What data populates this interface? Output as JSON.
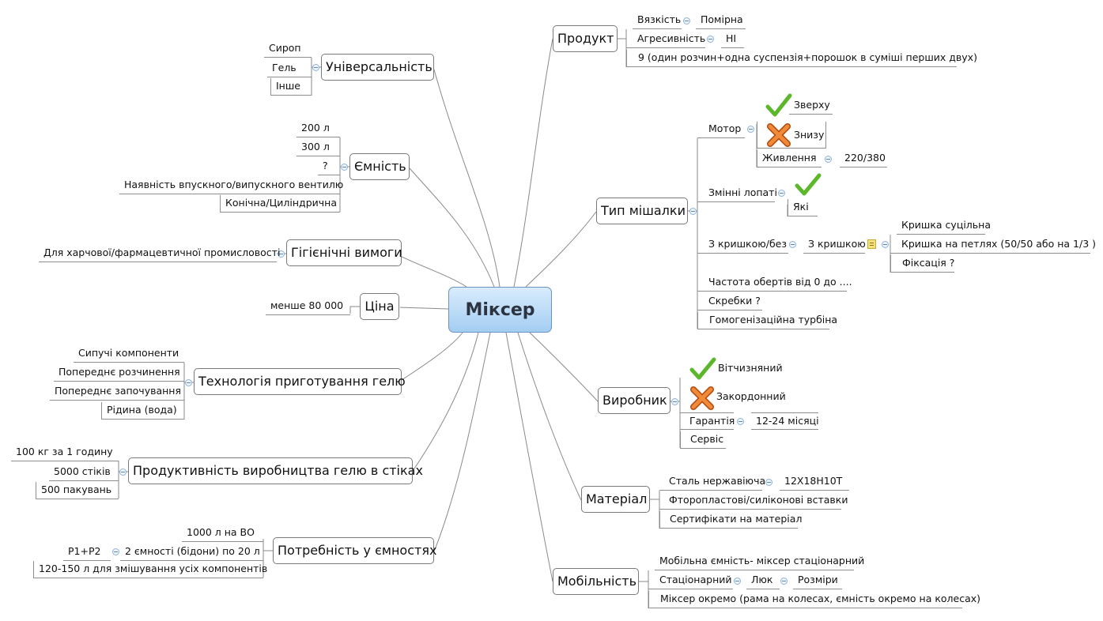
{
  "root": "Міксер",
  "left": {
    "universal": {
      "label": "Універсальність",
      "items": [
        "Сироп",
        "Гель",
        "Інше"
      ]
    },
    "capacity": {
      "label": "Ємність",
      "items": [
        "200 л",
        "300 л",
        "?",
        "Наявність впускного/випускного вентилю",
        "Конічна/Циліндрична"
      ]
    },
    "hygiene": {
      "label": "Гігієнічні вимоги",
      "items": [
        "Для харчової/фармацевтичної промисловості"
      ]
    },
    "price": {
      "label": "Ціна",
      "items": [
        "менше 80 000"
      ]
    },
    "technology": {
      "label": "Технологія приготування гелю",
      "items": [
        "Сипучі компоненти",
        "Попереднє розчинення",
        "Попереднє започування",
        "Рідина (вода)"
      ]
    },
    "productivity": {
      "label": "Продуктивність виробництва гелю в стіках",
      "items": [
        "100 кг за 1 годину",
        "5000 стіків",
        "500 пакувань"
      ]
    },
    "containers": {
      "label": "Потребність у ємностях",
      "items": [
        "1000 л на ВО",
        "2 ємності (бідони) по 20 л",
        "P1+P2",
        "120-150 л для змішування усіх компонентів"
      ]
    }
  },
  "right": {
    "product": {
      "label": "Продукт",
      "viscosity": "Вязкість",
      "viscosity_val": "Помірна",
      "aggr": "Агресивність",
      "aggr_val": "НІ",
      "nine": "9 (один розчин+одна суспензія+порошок в суміші перших двух)"
    },
    "mixer": {
      "label": "Тип мішалки",
      "motor": "Мотор",
      "top": "Зверху",
      "bottom": "Знизу",
      "power": "Живлення",
      "power_val": "220/380",
      "blades": "Змінні лопаті",
      "which": "Які",
      "lid": "З кришкою/без",
      "with_lid": "З кришкою",
      "lid_items": [
        "Кришка суцільна",
        "Кришка на петлях (50/50 або на 1/3 )",
        "Фіксація ?"
      ],
      "speed": "Частота обертів від 0 до ....",
      "scrapers": "Скребки ?",
      "turbine": "Гомогенізаційна турбіна"
    },
    "maker": {
      "label": "Виробник",
      "domestic": "Вітчизняний",
      "foreign": "Закордонний",
      "warranty": "Гарантія",
      "warranty_val": "12-24 місяці",
      "service": "Сервіс"
    },
    "material": {
      "label": "Матеріал",
      "steel": "Сталь нержавіюча",
      "steel_val": "12Х18Н10Т",
      "inserts": "Фторопластові/силіконові вставки",
      "certs": "Сертифікати на матеріал"
    },
    "mobility": {
      "label": "Мобільність",
      "mobile": "Мобільна ємність- міксер стаціонарний",
      "stationary": "Стаціонарний",
      "hatch": "Люк",
      "sizes": "Розміри",
      "separate": "Міксер окремо (рама на колесах, ємність окремо на колесах)"
    }
  },
  "colors": {
    "root_fill": "#a4cdf2",
    "check": "#5cb82a",
    "cross": "#e06a1e"
  }
}
